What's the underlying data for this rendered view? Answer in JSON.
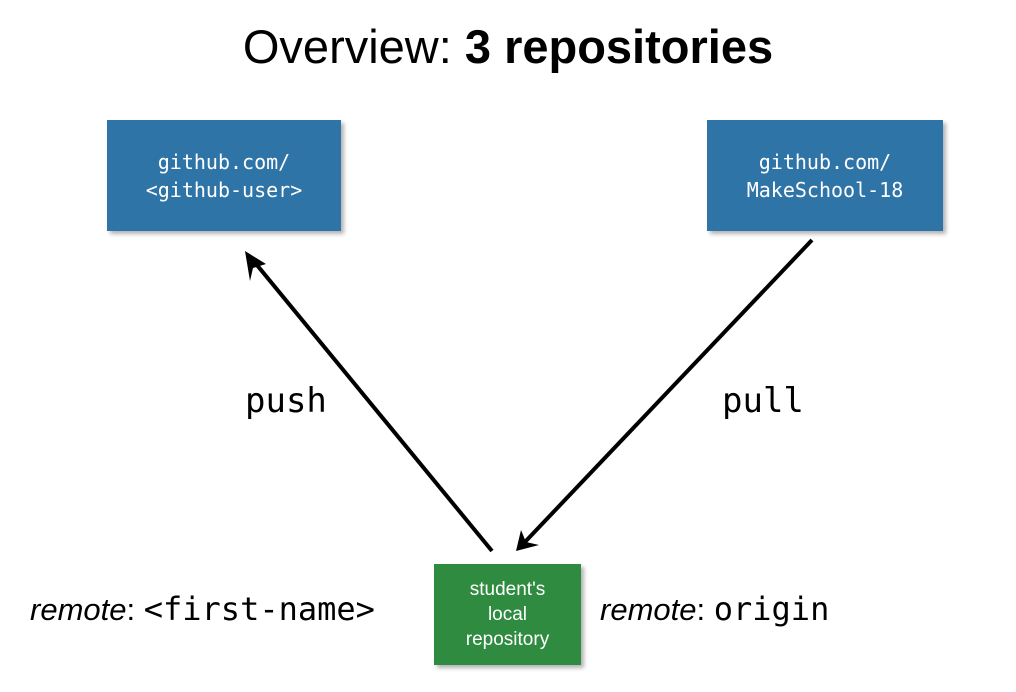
{
  "slide": {
    "title": {
      "regular": "Overview: ",
      "bold": "3 repositories"
    },
    "background_color": "#ffffff"
  },
  "boxes": {
    "github_user": {
      "line1": "github.com/",
      "line2": "<github-user>",
      "color": "#2f74a6",
      "text_color": "#ffffff"
    },
    "github_makeschool": {
      "line1": "github.com/",
      "line2": "MakeSchool-18",
      "color": "#2f74a6",
      "text_color": "#ffffff"
    },
    "local_repo": {
      "line1": "student's",
      "line2": "local",
      "line3": "repository",
      "color": "#2e8b40",
      "text_color": "#ffffff"
    }
  },
  "arrows": {
    "push": {
      "label": "push",
      "direction": "local-to-github-user",
      "color": "#000000"
    },
    "pull": {
      "label": "pull",
      "direction": "makeschool-to-local",
      "color": "#000000"
    }
  },
  "captions": {
    "left": {
      "word": "remote",
      "colon": ":",
      "value": "<first-name>"
    },
    "right": {
      "word": "remote",
      "colon": ":",
      "value": "origin"
    }
  }
}
